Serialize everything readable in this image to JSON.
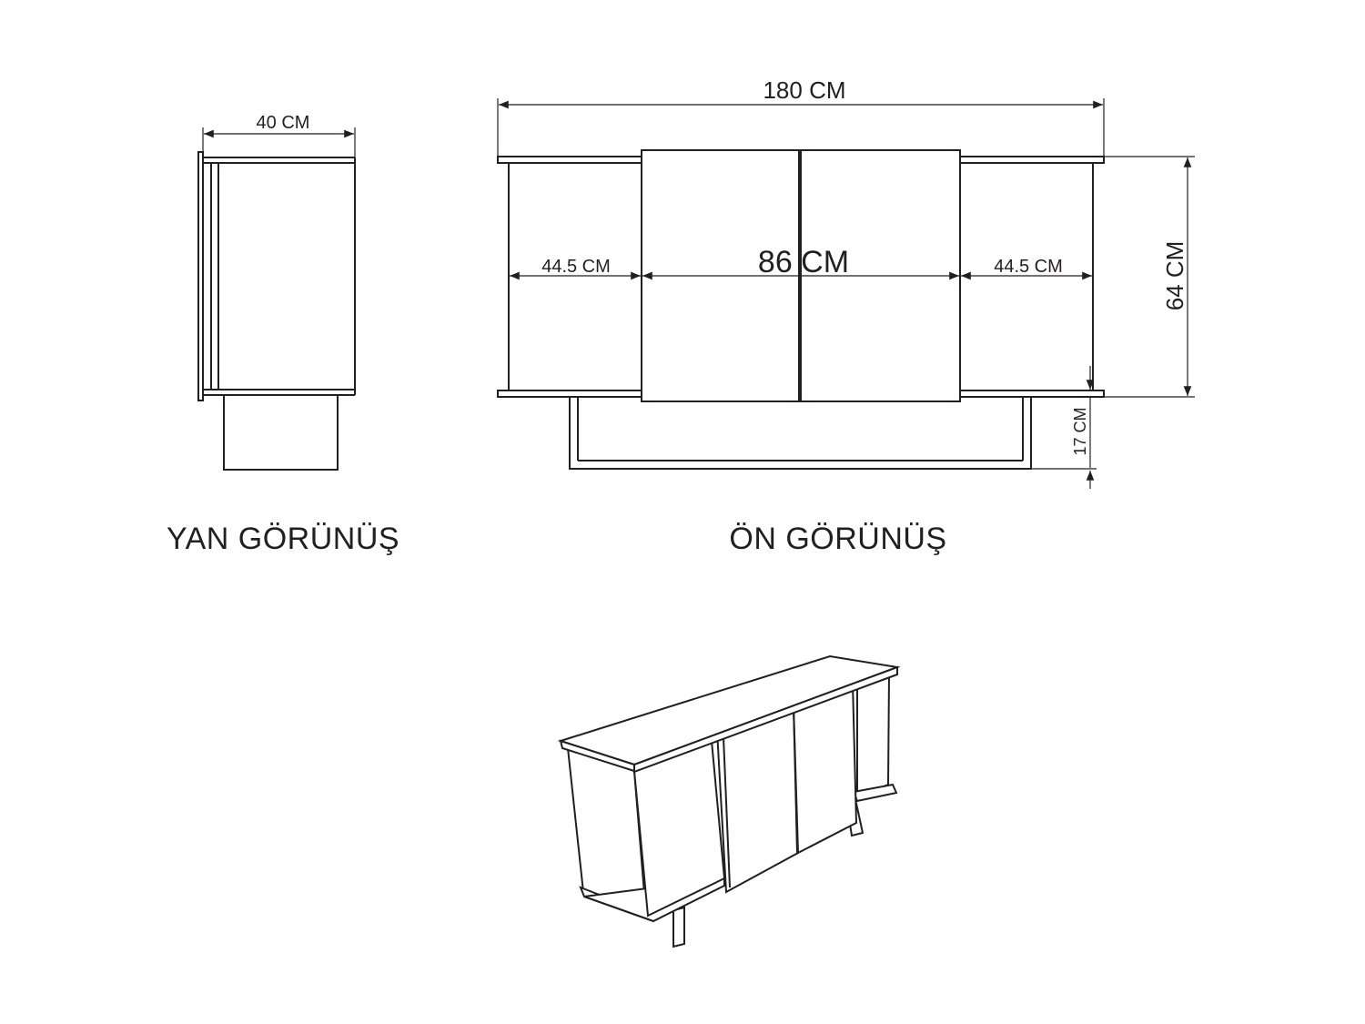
{
  "dimensions": {
    "side_depth": "40 CM",
    "total_width": "180 CM",
    "left_compartment": "44.5 CM",
    "center_doors": "86 CM",
    "right_compartment": "44.5 CM",
    "body_height": "64 CM",
    "leg_height": "17 CM"
  },
  "views": {
    "side_title": "YAN GÖRÜNÜŞ",
    "front_title": "ÖN GÖRÜNÜŞ"
  },
  "colors": {
    "line": "#231f20",
    "background": "#ffffff"
  }
}
